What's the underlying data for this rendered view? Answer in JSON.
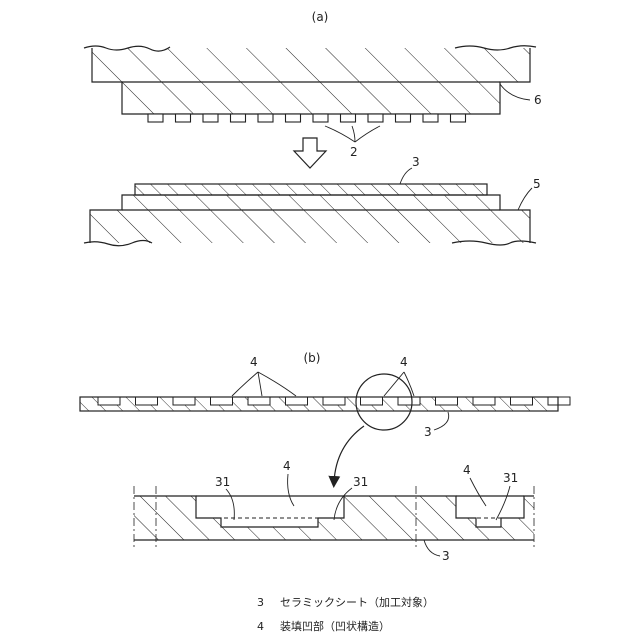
{
  "panel_a": {
    "caption": "(a)",
    "labels": {
      "mold": "6",
      "protrusions": "2",
      "sheet": "3",
      "stage": "5"
    }
  },
  "panel_b": {
    "caption": "(b)",
    "labels": {
      "recess_left": "4",
      "recess_right": "4",
      "sheet": "3"
    },
    "detail_labels": {
      "step_left": "31",
      "recess": "4",
      "step_mid": "31",
      "recess_right": "4",
      "step_right": "31",
      "sheet": "3"
    }
  },
  "legend": [
    {
      "num": "3",
      "text": "セラミックシート（加工対象）"
    },
    {
      "num": "4",
      "text": "装填凹部（凹状構造）"
    }
  ]
}
